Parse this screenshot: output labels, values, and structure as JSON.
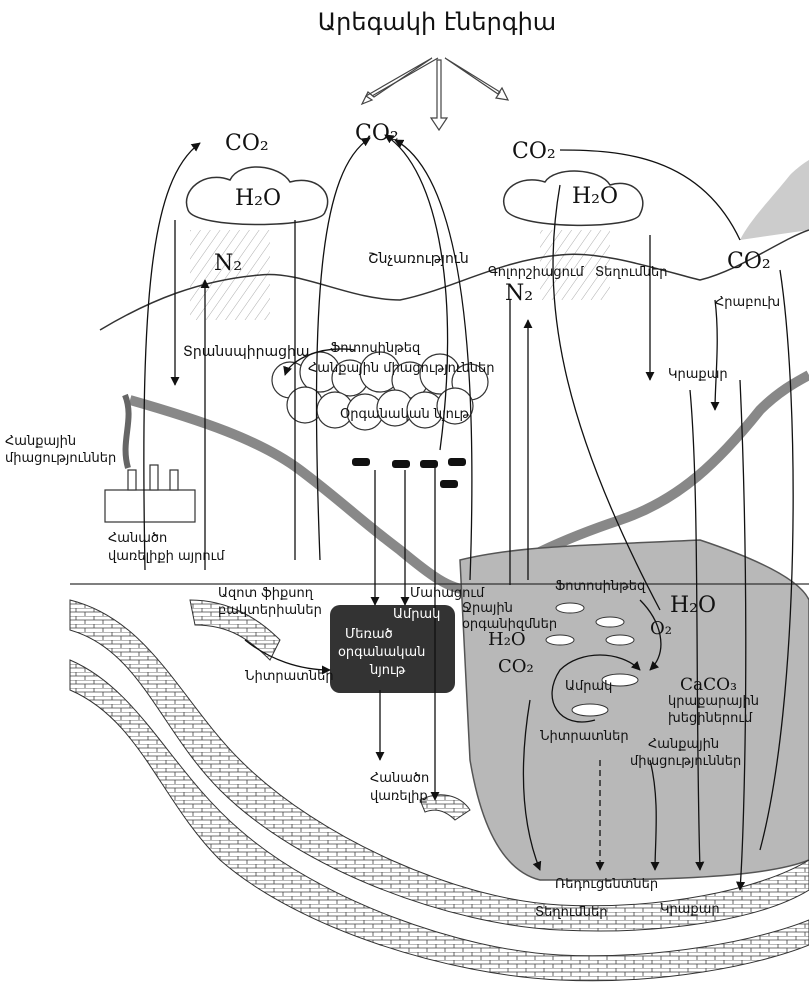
{
  "title": "Արեգակի էներգիա",
  "chem": {
    "co2_left": "CO₂",
    "co2_center": "CO₂",
    "co2_right": "CO₂",
    "co2_volcano": "CO₂",
    "h2o_left": "H₂O",
    "h2o_right": "H₂O",
    "n2_left": "N₂",
    "n2_right": "N₂",
    "h2o_water": "H₂O",
    "o2_water": "O₂",
    "h2o_water2": "H₂O",
    "co2_water": "CO₂",
    "caco3": "CaCO₃"
  },
  "labels": {
    "breathing": "Շնչառություն",
    "decay": "Գոլորշիացում",
    "deposition": "Տեղումներ",
    "volcano": "Հրաբուխ",
    "transpiration": "Տրանսպիրացիա",
    "phytoplankton_land": "Ֆոտոսինթեզ",
    "mineral_compounds_land": "Հանքային միացություններ",
    "organic_matter": "Օրգանական նյութ",
    "mineral_compounds_left_1": "Հանքային",
    "mineral_compounds_left_2": "միացություններ",
    "fossil_fuel_burning_1": "Հանածո",
    "fossil_fuel_burning_2": "վառելիքի այրում",
    "limestone": "Կրաքար",
    "nitrogen_fixing_1": "Ազոտ ֆիքսող",
    "nitrogen_fixing_2": "բակտերիաներ",
    "nitrates": "Նիտրատներ",
    "death": "Մահացում",
    "decay2": "Ամրակ",
    "dead_org_1": "Մեռած",
    "dead_org_2": "օրգանական",
    "dead_org_3": "նյութ",
    "fossil_fuel_1": "Հանածո",
    "fossil_fuel_2": "վառելիք",
    "photosynthesis_water": "Ֆոտոսինթեզ",
    "aquatic_organisms_1": "Ջրային",
    "aquatic_organisms_2": "օրգանիզմներ",
    "decay_water": "Ամրակ",
    "nitrates_water": "Նիտրատներ",
    "limestone_shells_1": "կրաքարային",
    "limestone_shells_2": "խեցիներում",
    "mineral_compounds_water_1": "Հանքային",
    "mineral_compounds_water_2": "միացություններ",
    "sediments": "Ռեդուցենտներ",
    "deposition_bottom": "Տեղումներ",
    "limestone_bottom": "Կրաքար"
  }
}
